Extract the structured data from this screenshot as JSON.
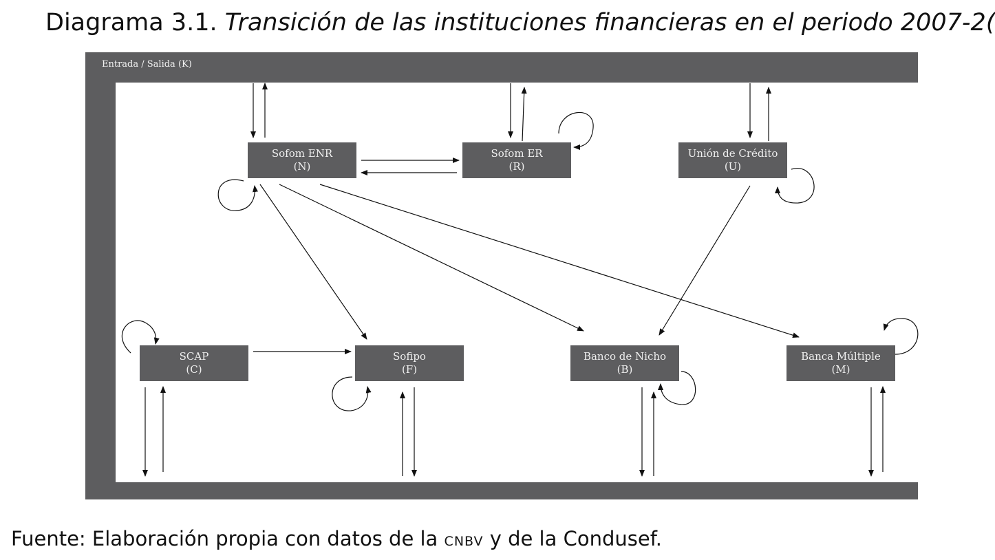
{
  "title": {
    "prefix": "Diagrama 3.1.",
    "caption": "Transición de las instituciones financieras en el periodo 2007-2("
  },
  "frame_label": "Entrada / Salida (K)",
  "nodes": {
    "N": {
      "name": "Sofom ENR",
      "code": "(N)"
    },
    "R": {
      "name": "Sofom ER",
      "code": "(R)"
    },
    "U": {
      "name": "Unión de Crédito",
      "code": "(U)"
    },
    "C": {
      "name": "SCAP",
      "code": "(C)"
    },
    "F": {
      "name": "Sofipo",
      "code": "(F)"
    },
    "B": {
      "name": "Banco de Nicho",
      "code": "(B)"
    },
    "M": {
      "name": "Banca Múltiple",
      "code": "(M)"
    }
  },
  "edges": [
    {
      "from": "K",
      "to": "N"
    },
    {
      "from": "N",
      "to": "K"
    },
    {
      "from": "K",
      "to": "R"
    },
    {
      "from": "R",
      "to": "K"
    },
    {
      "from": "K",
      "to": "U"
    },
    {
      "from": "U",
      "to": "K"
    },
    {
      "from": "C",
      "to": "K"
    },
    {
      "from": "K",
      "to": "C"
    },
    {
      "from": "F",
      "to": "K"
    },
    {
      "from": "K",
      "to": "F"
    },
    {
      "from": "B",
      "to": "K"
    },
    {
      "from": "K",
      "to": "B"
    },
    {
      "from": "M",
      "to": "K"
    },
    {
      "from": "K",
      "to": "M"
    },
    {
      "from": "N",
      "to": "R"
    },
    {
      "from": "R",
      "to": "N"
    },
    {
      "from": "N",
      "to": "F"
    },
    {
      "from": "N",
      "to": "B"
    },
    {
      "from": "N",
      "to": "M"
    },
    {
      "from": "U",
      "to": "B"
    },
    {
      "from": "C",
      "to": "F"
    },
    {
      "from": "N",
      "to": "N"
    },
    {
      "from": "R",
      "to": "R"
    },
    {
      "from": "U",
      "to": "U"
    },
    {
      "from": "C",
      "to": "C"
    },
    {
      "from": "F",
      "to": "F"
    },
    {
      "from": "B",
      "to": "B"
    },
    {
      "from": "M",
      "to": "M"
    }
  ],
  "footer": {
    "text1": "Fuente: Elaboración propia con datos de la ",
    "abbr": "CNBV",
    "text2": " y de la Condusef."
  }
}
